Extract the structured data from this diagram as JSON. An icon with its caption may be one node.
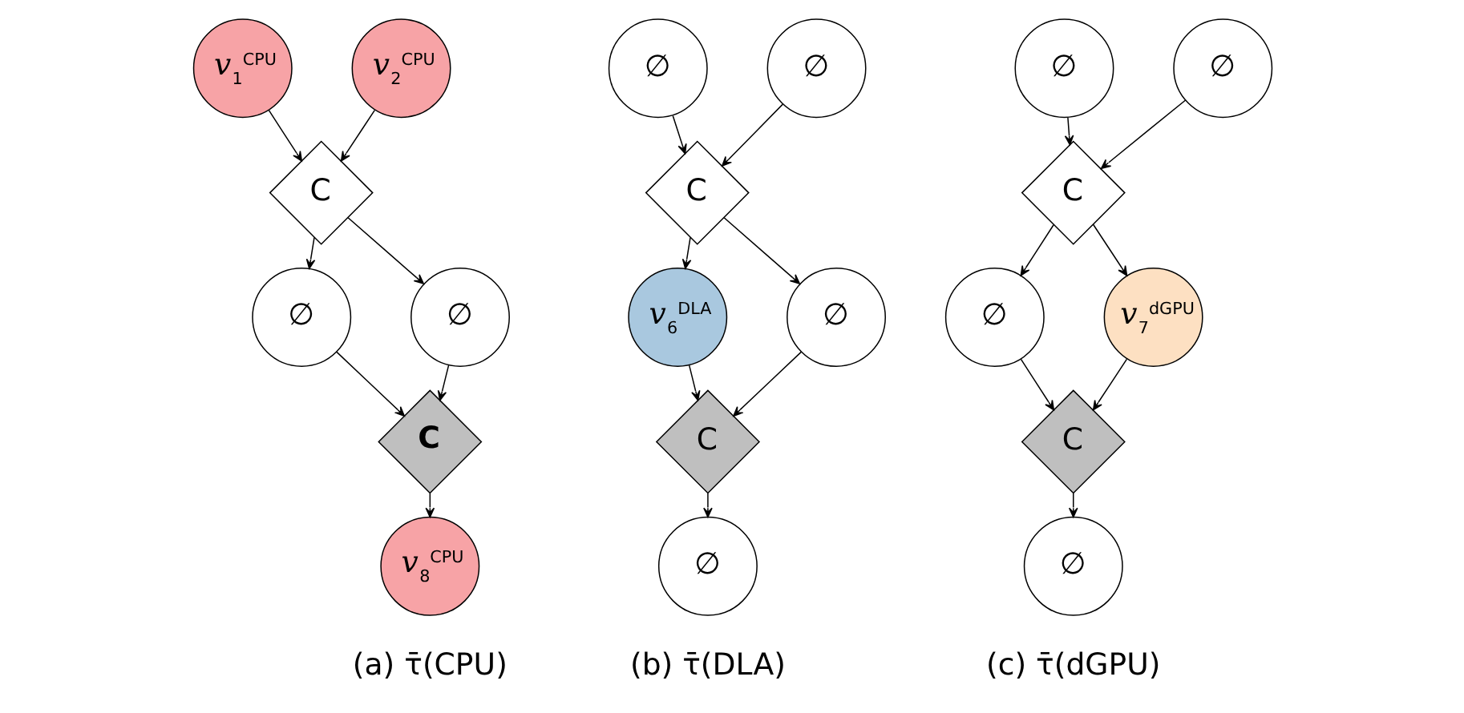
{
  "diagram": {
    "nodes": [
      {
        "text": [
          "*v*$_{1}$$^{CPU}$"
        ]
      },
      {
        "text": [
          "*v*$_{2}$$^{CPU}$"
        ]
      },
      {
        "text": [
          "C"
        ]
      },
      {
        "text": [
          "∅"
        ]
      },
      {
        "text": [
          "∅"
        ]
      },
      {
        "text": [
          "C"
        ]
      },
      {
        "text": [
          "*v*$_{8}$$^{CPU}$"
        ]
      },
      {
        "text": [
          "∅"
        ]
      },
      {
        "text": [
          "∅"
        ]
      },
      {
        "text": [
          "C"
        ]
      },
      {
        "text": [
          "*v*$_{6}$$^{DLA}$"
        ]
      },
      {
        "text": [
          "∅"
        ]
      },
      {
        "text": [
          "C"
        ]
      },
      {
        "text": [
          "∅"
        ]
      },
      {
        "text": [
          "∅"
        ]
      },
      {
        "text": [
          "∅"
        ]
      },
      {
        "text": [
          "C"
        ]
      },
      {
        "text": [
          "∅"
        ]
      },
      {
        "text": [
          "*v*$_{7}$$^{dGPU}$"
        ]
      },
      {
        "text": [
          "C"
        ]
      },
      {
        "text": [
          "∅"
        ]
      }
    ],
    "edges": [
      {
        "from": 0,
        "to": 2,
        "arrow": "to"
      },
      {
        "from": 1,
        "to": 2,
        "arrow": "to"
      },
      {
        "from": 2,
        "to": 3,
        "arrow": "to"
      },
      {
        "from": 2,
        "to": 4,
        "arrow": "to"
      },
      {
        "from": 3,
        "to": 5,
        "arrow": "to"
      },
      {
        "from": 4,
        "to": 5,
        "arrow": "to"
      },
      {
        "from": 5,
        "to": 6,
        "arrow": "to"
      },
      {
        "from": 7,
        "to": 9,
        "arrow": "to"
      },
      {
        "from": 8,
        "to": 9,
        "arrow": "to"
      },
      {
        "from": 9,
        "to": 10,
        "arrow": "to"
      },
      {
        "from": 9,
        "to": 11,
        "arrow": "to"
      },
      {
        "from": 10,
        "to": 12,
        "arrow": "to"
      },
      {
        "from": 11,
        "to": 12,
        "arrow": "to"
      },
      {
        "from": 12,
        "to": 13,
        "arrow": "to"
      },
      {
        "from": 14,
        "to": 16,
        "arrow": "to"
      },
      {
        "from": 15,
        "to": 16,
        "arrow": "to"
      },
      {
        "from": 16,
        "to": 17,
        "arrow": "to"
      },
      {
        "from": 16,
        "to": 18,
        "arrow": "to"
      },
      {
        "from": 17,
        "to": 19,
        "arrow": "to"
      },
      {
        "from": 18,
        "to": 19,
        "arrow": "to"
      },
      {
        "from": 19,
        "to": 20,
        "arrow": "to"
      }
    ],
    "labels": [
      "(a) τ̄(CPU)",
      "(b) τ̄(DLA)",
      "(c) τ̄(dGPU)"
    ]
  }
}
